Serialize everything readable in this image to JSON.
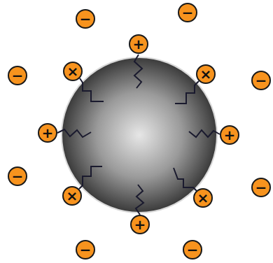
{
  "diagram": {
    "labels": [
      "−",
      "−",
      "+",
      "−",
      "×",
      "×",
      "−",
      "+",
      "+",
      "−",
      "−",
      "×",
      "×",
      "+",
      "−",
      "−"
    ]
  }
}
